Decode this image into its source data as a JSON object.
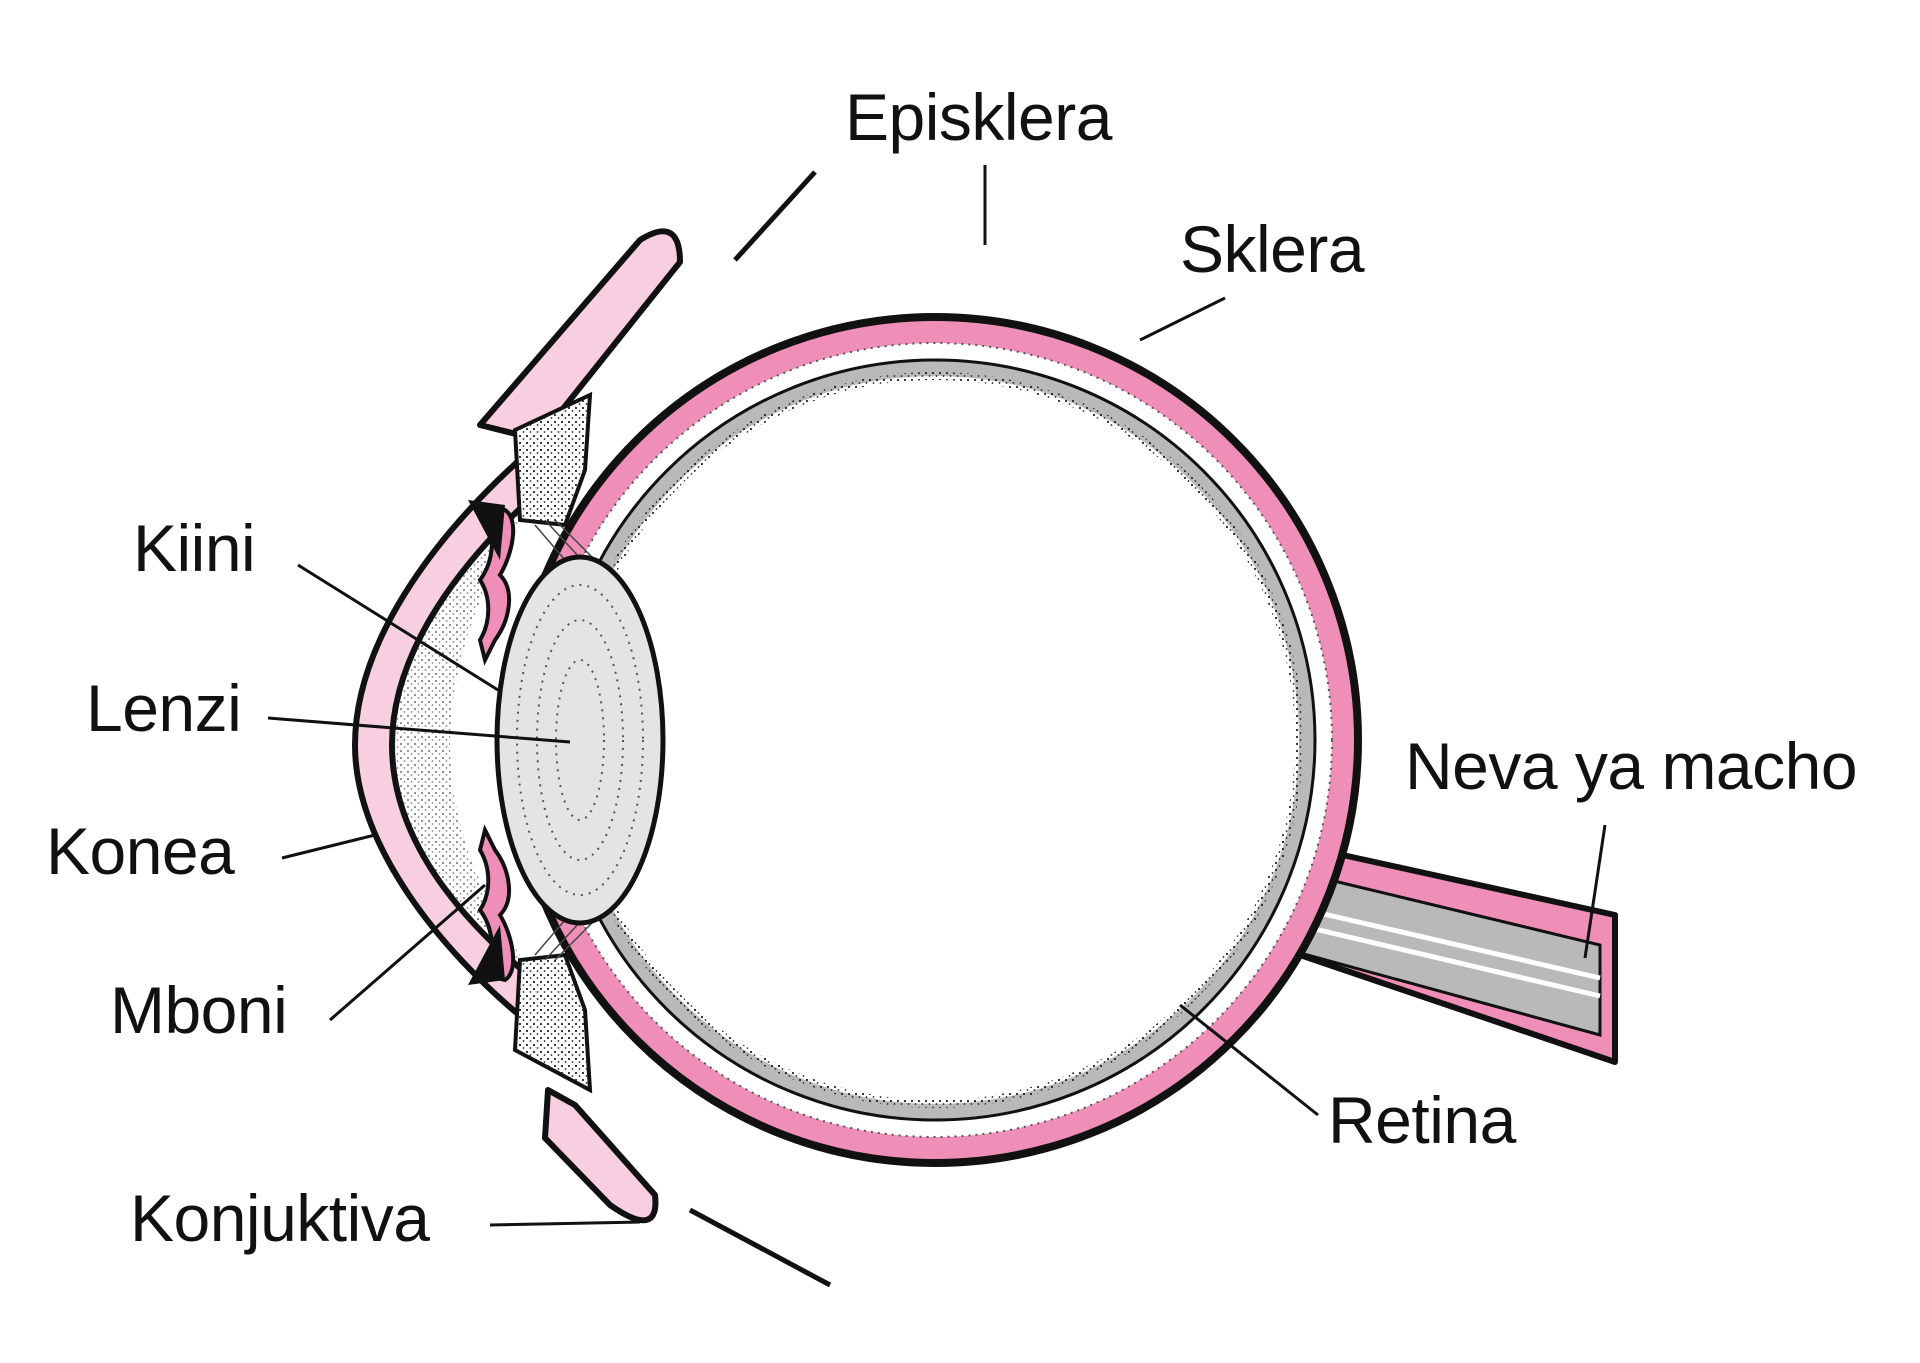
{
  "colors": {
    "pink": "#ef8fb8",
    "light_pink": "#f8cfe0",
    "gray": "#b9b9b9",
    "lens_gray": "#e4e4e4",
    "outline": "#111111"
  },
  "labels": {
    "episklera": "Episklera",
    "sklera": "Sklera",
    "kiini": "Kiini",
    "lenzi": "Lenzi",
    "konea": "Konea",
    "mboni": "Mboni",
    "neva": "Neva ya macho",
    "retina": "Retina",
    "konjuktiva": "Konjuktiva"
  }
}
